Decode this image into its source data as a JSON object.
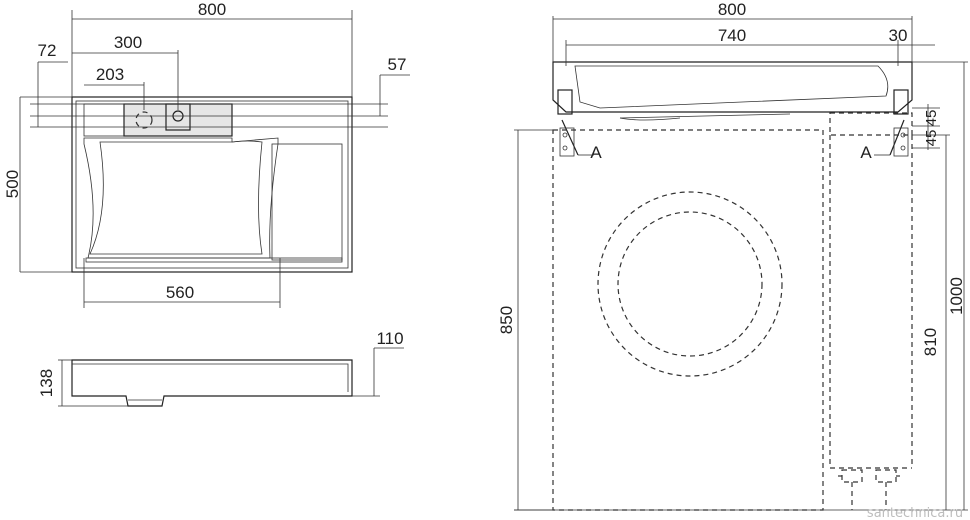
{
  "top_view": {
    "dims": {
      "width": "800",
      "tap_offset": "300",
      "edge_offset": "72",
      "overflow_offset": "203",
      "right_offset": "57",
      "depth": "500",
      "bowl_width": "560"
    }
  },
  "side_view": {
    "dims": {
      "height": "138",
      "rim": "110"
    }
  },
  "front_view": {
    "dims": {
      "width": "800",
      "inner_width": "740",
      "bracket_offset": "30",
      "bracket_a": "45",
      "bracket_b": "45",
      "machine_height": "850",
      "total_height": "1000",
      "outlet_height": "810"
    },
    "labels": {
      "left_a": "A",
      "right_a": "A"
    }
  },
  "watermark": "santechnica.ru",
  "colors": {
    "line": "#222222",
    "fill": "#e6e6e6"
  }
}
